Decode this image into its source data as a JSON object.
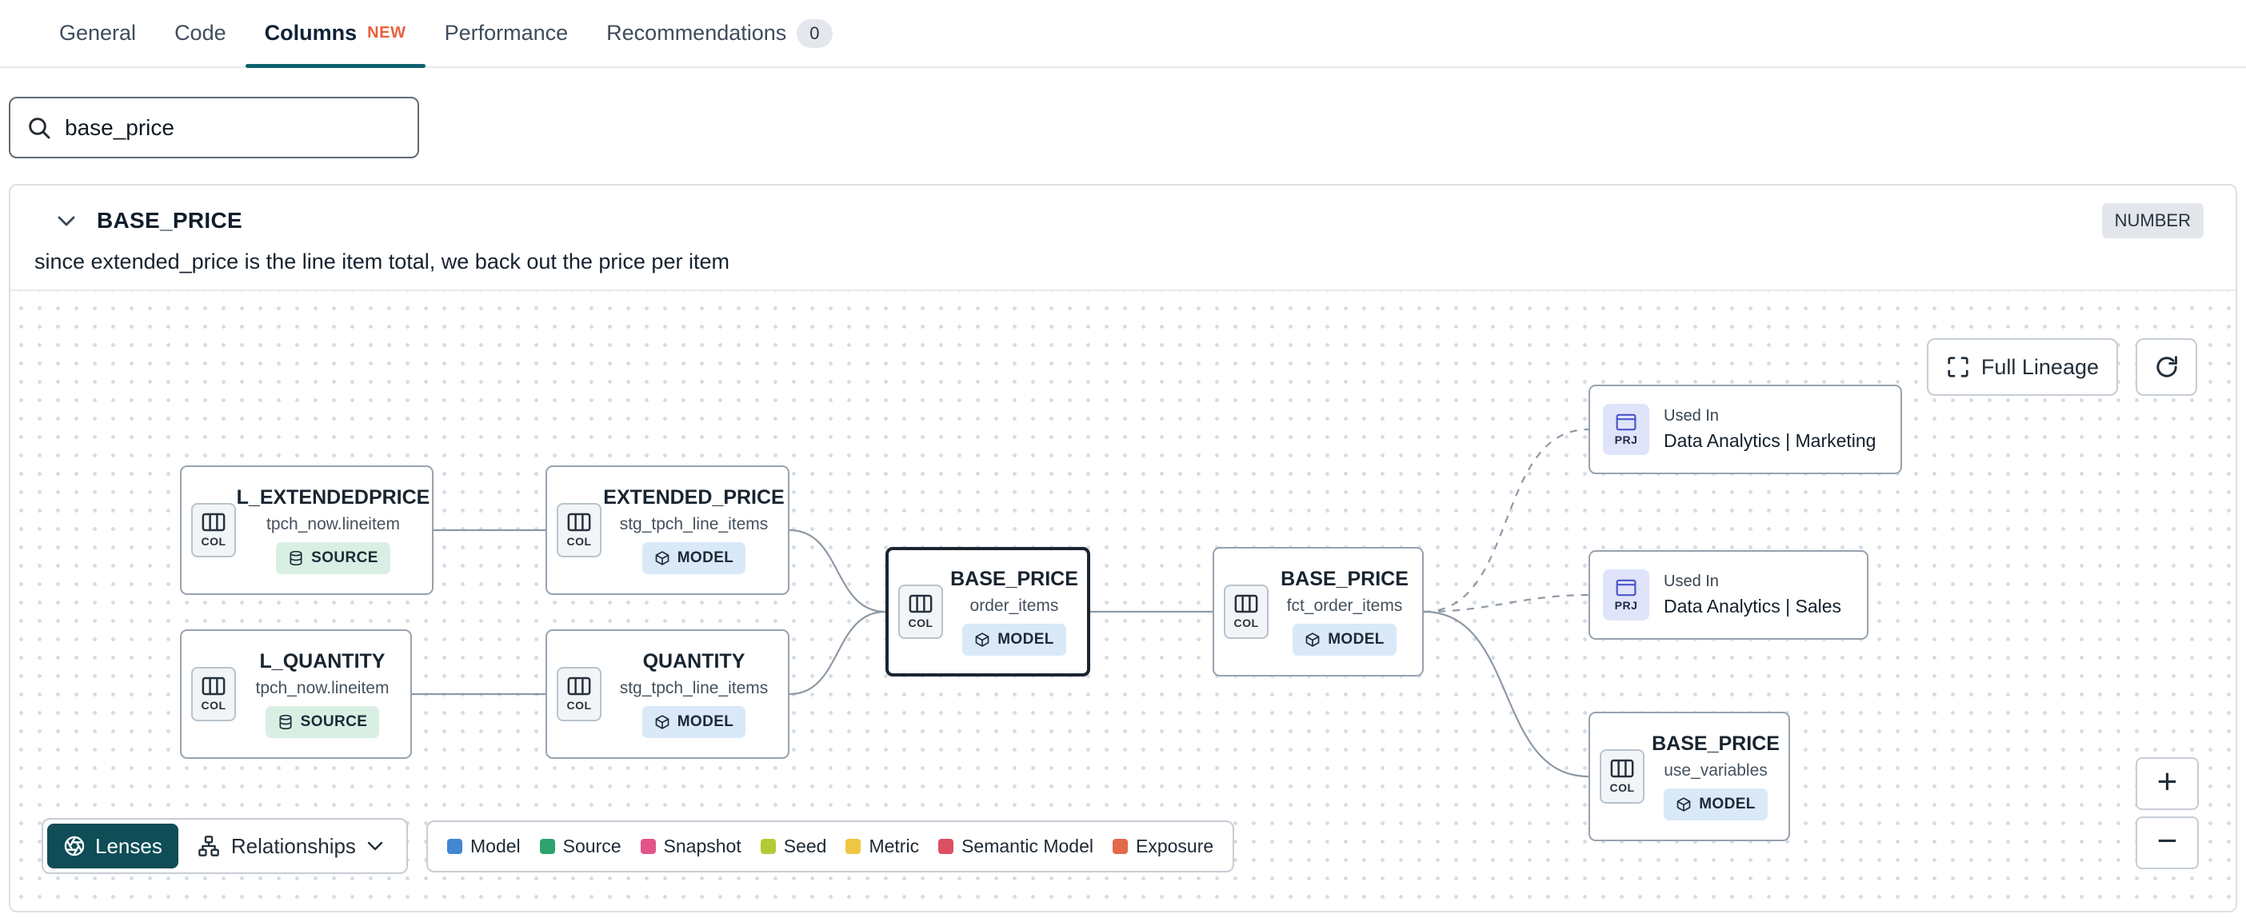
{
  "tabs": {
    "active_underline_color": "#0d616d",
    "items": [
      {
        "label": "General",
        "active": false
      },
      {
        "label": "Code",
        "active": false
      },
      {
        "label": "Columns",
        "badge": "NEW",
        "active": true
      },
      {
        "label": "Performance",
        "active": false
      },
      {
        "label": "Recommendations",
        "count": "0",
        "active": false
      }
    ]
  },
  "search": {
    "value": "base_price"
  },
  "column_panel": {
    "name": "BASE_PRICE",
    "type_badge": "NUMBER",
    "description": "since extended_price is the line item total, we back out the price per item"
  },
  "lineage": {
    "labels": {
      "col": "COL",
      "prj": "PRJ",
      "used_in": "Used In"
    },
    "controls": {
      "full_lineage": "Full Lineage",
      "lenses": "Lenses",
      "relationships": "Relationships",
      "zoom_in": "+",
      "zoom_out": "−"
    },
    "colors": {
      "model_badge_bg": "#d9e9f8",
      "source_badge_bg": "#d9efe4",
      "selected_border": "#1a2530",
      "lenses_bg": "#0f4d57",
      "new_badge": "#e8603c"
    },
    "nodes": [
      {
        "kind": "COL",
        "title": "L_EXTENDEDPRICE",
        "subtitle": "tpch_now.lineitem",
        "badge": "SOURCE"
      },
      {
        "kind": "COL",
        "title": "EXTENDED_PRICE",
        "subtitle": "stg_tpch_line_items",
        "badge": "MODEL"
      },
      {
        "kind": "COL",
        "title": "L_QUANTITY",
        "subtitle": "tpch_now.lineitem",
        "badge": "SOURCE"
      },
      {
        "kind": "COL",
        "title": "QUANTITY",
        "subtitle": "stg_tpch_line_items",
        "badge": "MODEL"
      },
      {
        "kind": "COL",
        "title": "BASE_PRICE",
        "subtitle": "order_items",
        "badge": "MODEL",
        "selected": true
      },
      {
        "kind": "COL",
        "title": "BASE_PRICE",
        "subtitle": "fct_order_items",
        "badge": "MODEL"
      },
      {
        "kind": "PRJ",
        "used_in": "Used In",
        "title": "Data Analytics | Marketing"
      },
      {
        "kind": "PRJ",
        "used_in": "Used In",
        "title": "Data Analytics | Sales"
      },
      {
        "kind": "COL",
        "title": "BASE_PRICE",
        "subtitle": "use_variables",
        "badge": "MODEL"
      }
    ],
    "legend": [
      {
        "label": "Model",
        "color": "#4285d2"
      },
      {
        "label": "Source",
        "color": "#2ea36e"
      },
      {
        "label": "Snapshot",
        "color": "#e4548a"
      },
      {
        "label": "Seed",
        "color": "#b5c937"
      },
      {
        "label": "Metric",
        "color": "#eec643"
      },
      {
        "label": "Semantic Model",
        "color": "#dc4f63"
      },
      {
        "label": "Exposure",
        "color": "#e36a4a"
      }
    ]
  }
}
